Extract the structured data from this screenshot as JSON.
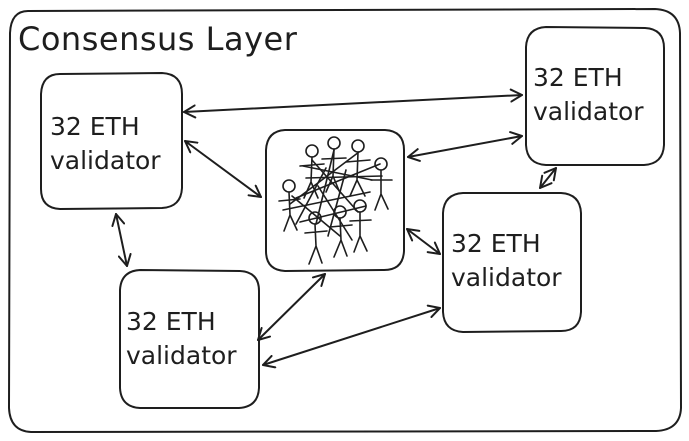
{
  "diagram": {
    "title": "Consensus Layer",
    "validators": [
      {
        "line1": "32 ETH",
        "line2": "validator"
      },
      {
        "line1": "32 ETH",
        "line2": "validator"
      },
      {
        "line1": "32 ETH",
        "line2": "validator"
      },
      {
        "line1": "32 ETH",
        "line2": "validator"
      }
    ],
    "hub_icon": "crowd-of-stick-figures-icon",
    "stroke_color": "#1e1e1e",
    "background_color": "#ffffff"
  }
}
